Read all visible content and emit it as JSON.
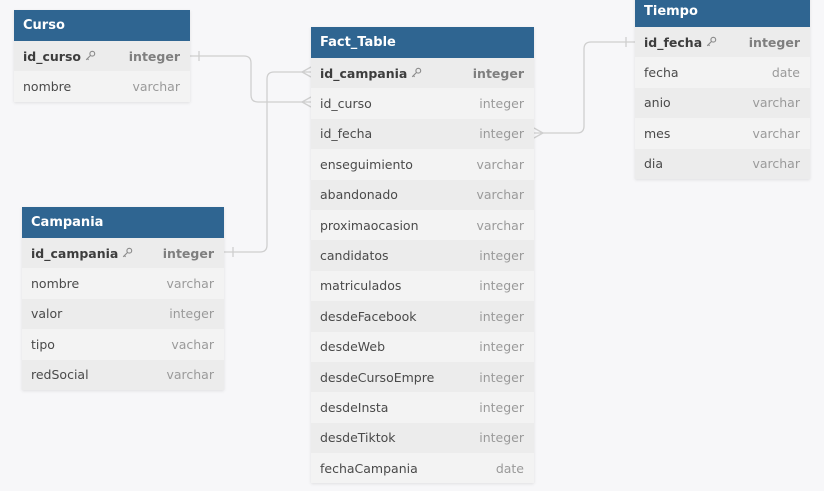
{
  "tables": {
    "curso": {
      "title": "Curso",
      "columns": [
        {
          "name": "id_curso",
          "type": "integer",
          "pk": true
        },
        {
          "name": "nombre",
          "type": "varchar",
          "pk": false
        }
      ]
    },
    "campania": {
      "title": "Campania",
      "columns": [
        {
          "name": "id_campania",
          "type": "integer",
          "pk": true
        },
        {
          "name": "nombre",
          "type": "varchar",
          "pk": false
        },
        {
          "name": "valor",
          "type": "integer",
          "pk": false
        },
        {
          "name": "tipo",
          "type": "vachar",
          "pk": false
        },
        {
          "name": "redSocial",
          "type": "varchar",
          "pk": false
        }
      ]
    },
    "fact": {
      "title": "Fact_Table",
      "columns": [
        {
          "name": "id_campania",
          "type": "integer",
          "pk": true
        },
        {
          "name": "id_curso",
          "type": "integer",
          "pk": false
        },
        {
          "name": "id_fecha",
          "type": "integer",
          "pk": false
        },
        {
          "name": "enseguimiento",
          "type": "varchar",
          "pk": false
        },
        {
          "name": "abandonado",
          "type": "varchar",
          "pk": false
        },
        {
          "name": "proximaocasion",
          "type": "varchar",
          "pk": false
        },
        {
          "name": "candidatos",
          "type": "integer",
          "pk": false
        },
        {
          "name": "matriculados",
          "type": "integer",
          "pk": false
        },
        {
          "name": "desdeFacebook",
          "type": "integer",
          "pk": false
        },
        {
          "name": "desdeWeb",
          "type": "integer",
          "pk": false
        },
        {
          "name": "desdeCursoEmpre",
          "type": "integer",
          "pk": false
        },
        {
          "name": "desdeInsta",
          "type": "integer",
          "pk": false
        },
        {
          "name": "desdeTiktok",
          "type": "integer",
          "pk": false
        },
        {
          "name": "fechaCampania",
          "type": "date",
          "pk": false
        }
      ]
    },
    "tiempo": {
      "title": "Tiempo",
      "columns": [
        {
          "name": "id_fecha",
          "type": "integer",
          "pk": true
        },
        {
          "name": "fecha",
          "type": "date",
          "pk": false
        },
        {
          "name": "anio",
          "type": "varchar",
          "pk": false
        },
        {
          "name": "mes",
          "type": "varchar",
          "pk": false
        },
        {
          "name": "dia",
          "type": "varchar",
          "pk": false
        }
      ]
    }
  },
  "colors": {
    "header": "#2f6591",
    "link": "#c9c9c9"
  },
  "icons": {
    "primary_key": "key-icon"
  }
}
